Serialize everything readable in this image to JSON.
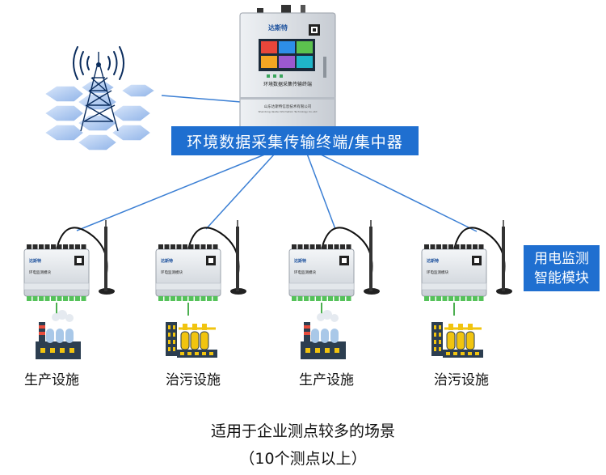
{
  "terminal": {
    "label": "环境数据采集传输终端/集中器",
    "panel_text": "环境数据采集传输终端",
    "company": "山东达斯特信息技术有限公司",
    "company_en": "Shandong dasite Information Technology Co.,Ltd",
    "brand": "达斯特"
  },
  "module_label": {
    "line1": "用电监测",
    "line2": "智能模块"
  },
  "modules": [
    {
      "brand": "达斯特",
      "title": "环电监测模块",
      "scene": "生产设施",
      "icon": "factory-icon"
    },
    {
      "brand": "达斯特",
      "title": "环电监测模块",
      "scene": "治污设施",
      "icon": "treatment-plant-icon"
    },
    {
      "brand": "达斯特",
      "title": "环电监测模块",
      "scene": "生产设施",
      "icon": "factory-icon"
    },
    {
      "brand": "达斯特",
      "title": "环电监测模块",
      "scene": "治污设施",
      "icon": "treatment-plant-icon"
    }
  ],
  "caption": {
    "line1": "适用于企业测点较多的场景",
    "line2": "（10个测点以上）"
  },
  "icons": {
    "tower": "cell-tower-icon",
    "terminal": "data-terminal-icon",
    "module": "power-monitor-module-icon",
    "antenna": "antenna-icon"
  },
  "colors": {
    "accent_blue": "#1f6fd0",
    "line_blue": "#3b7fd4",
    "green_link": "#4caf50",
    "terminal_green": "#55c25a"
  }
}
